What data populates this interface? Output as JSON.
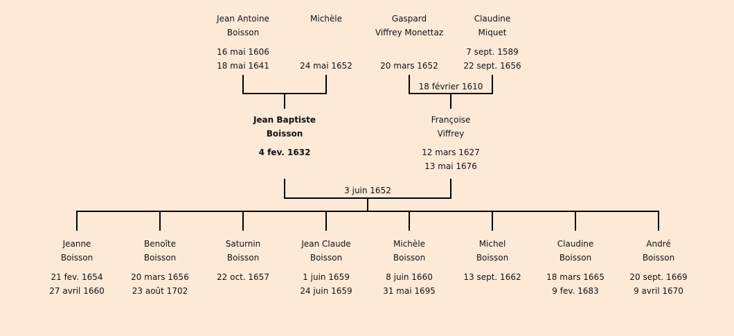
{
  "grandparents": [
    {
      "name1": "Jean Antoine",
      "name2": "Boisson",
      "birth": "16 mai 1606",
      "death": "18 mai 1641"
    },
    {
      "name1": "Michèle",
      "name2": "",
      "birth": "",
      "death": "24 mai 1652"
    },
    {
      "name1": "Gaspard",
      "name2": "Viffrey Monettaz",
      "birth": "",
      "death": "20 mars 1652"
    },
    {
      "name1": "Claudine",
      "name2": "Miquet",
      "birth": "7 sept. 1589",
      "death": "22 sept. 1656"
    }
  ],
  "grandparents_marriage_right": "18 février 1610",
  "parents": [
    {
      "name1": "Jean Baptiste",
      "name2": "Boisson",
      "birth": "4 fev. 1632",
      "death": ""
    },
    {
      "name1": "Françoise",
      "name2": "Viffrey",
      "birth": "12 mars 1627",
      "death": "13 mai 1676"
    }
  ],
  "parents_marriage": "3 juin 1652",
  "children": [
    {
      "name1": "Jeanne",
      "name2": "Boisson",
      "birth": "21 fev. 1654",
      "death": "27 avril 1660"
    },
    {
      "name1": "Benoîte",
      "name2": "Boisson",
      "birth": "20 mars 1656",
      "death": "23 août 1702"
    },
    {
      "name1": "Saturnin",
      "name2": "Boisson",
      "birth": "22 oct. 1657",
      "death": ""
    },
    {
      "name1": "Jean Claude",
      "name2": "Boisson",
      "birth": "1 juin 1659",
      "death": "24 juin 1659"
    },
    {
      "name1": "Michèle",
      "name2": "Boisson",
      "birth": "8 juin 1660",
      "death": "31 mai 1695"
    },
    {
      "name1": "Michel",
      "name2": "Boisson",
      "birth": "13 sept. 1662",
      "death": ""
    },
    {
      "name1": "Claudine",
      "name2": "Boisson",
      "birth": "18 mars 1665",
      "death": "9 fev. 1683"
    },
    {
      "name1": "André",
      "name2": "Boisson",
      "birth": "20 sept. 1669",
      "death": "9 avril 1670"
    }
  ]
}
